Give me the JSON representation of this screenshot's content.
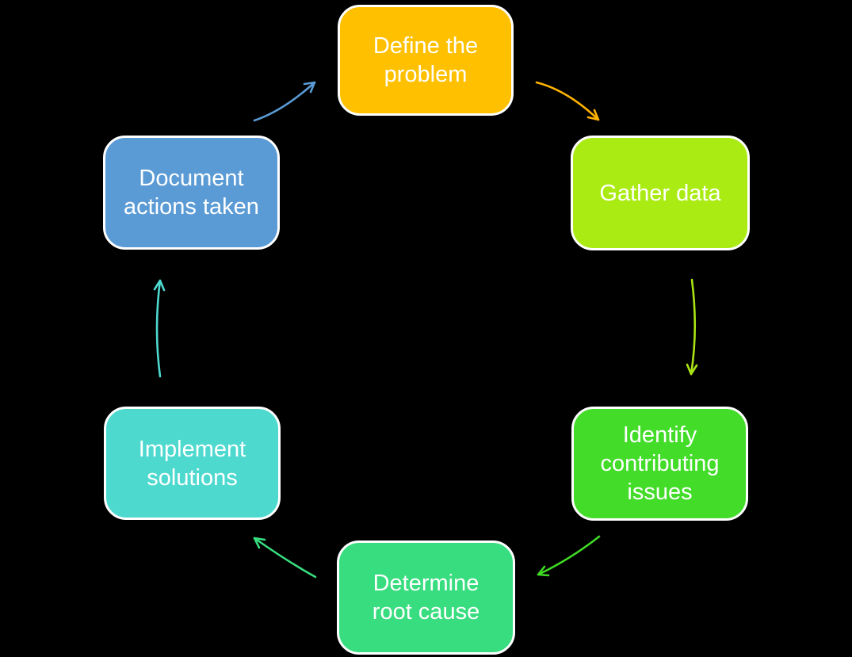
{
  "diagram": {
    "background_color": "#000000",
    "text_color": "#ffffff",
    "node_border_color": "#ffffff",
    "steps": [
      {
        "id": "define-the-problem",
        "label": "Define the\nproblem",
        "color": "#FFC000"
      },
      {
        "id": "gather-data",
        "label": "Gather data",
        "color": "#ABEB14"
      },
      {
        "id": "identify-contributing-issues",
        "label": "Identify\ncontributing\nissues",
        "color": "#42DC29"
      },
      {
        "id": "determine-root-cause",
        "label": "Determine\nroot cause",
        "color": "#37DD7E"
      },
      {
        "id": "implement-solutions",
        "label": "Implement\nsolutions",
        "color": "#4ED9CF"
      },
      {
        "id": "document-actions-taken",
        "label": "Document\nactions taken",
        "color": "#5B9BD5"
      }
    ],
    "arrows": [
      {
        "from": "define-the-problem",
        "to": "gather-data",
        "color": "#FFB300"
      },
      {
        "from": "gather-data",
        "to": "identify-contributing-issues",
        "color": "#A9E314"
      },
      {
        "from": "identify-contributing-issues",
        "to": "determine-root-cause",
        "color": "#3FDB25"
      },
      {
        "from": "determine-root-cause",
        "to": "implement-solutions",
        "color": "#37DD7E"
      },
      {
        "from": "implement-solutions",
        "to": "document-actions-taken",
        "color": "#4ED9CF"
      },
      {
        "from": "document-actions-taken",
        "to": "define-the-problem",
        "color": "#5B9BD5"
      }
    ]
  }
}
